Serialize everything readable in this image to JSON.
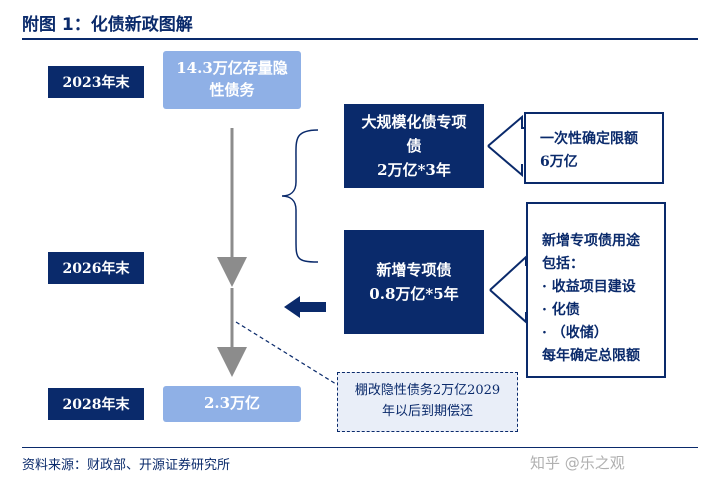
{
  "title": "附图 1：化债新政图解",
  "years": [
    "2023年末",
    "2026年末",
    "2028年末"
  ],
  "boxes": {
    "hidden_debt": {
      "line1": "14.3万亿存量隐",
      "line2": "性债务"
    },
    "remaining": "2.3万亿",
    "special_bond": {
      "line1": "大规模化债专项",
      "line2": "债",
      "line3": "2万亿*3年"
    },
    "new_special": {
      "line1": "新增专项债",
      "line2": "0.8万亿*5年"
    },
    "once_limit": {
      "line1": "一次性确定限额",
      "line2": "6万亿"
    },
    "usage": {
      "line1": "新增专项债用途",
      "line2": "包括：",
      "items": [
        "·  收益项目建设",
        "·  化债",
        "·  （收储）"
      ],
      "line_last": "每年确定总限额"
    },
    "shantytown": {
      "line1": "棚改隐性债务2万亿2029",
      "line2": "年以后到期偿还"
    }
  },
  "footer": {
    "source": "资料来源：财政部、开源证券研究所",
    "watermark": "知乎 @乐之观"
  },
  "colors": {
    "navy": "#0a2a6b",
    "light_blue": "#8fb0e6",
    "arrow_gray": "#8c8c8c"
  }
}
